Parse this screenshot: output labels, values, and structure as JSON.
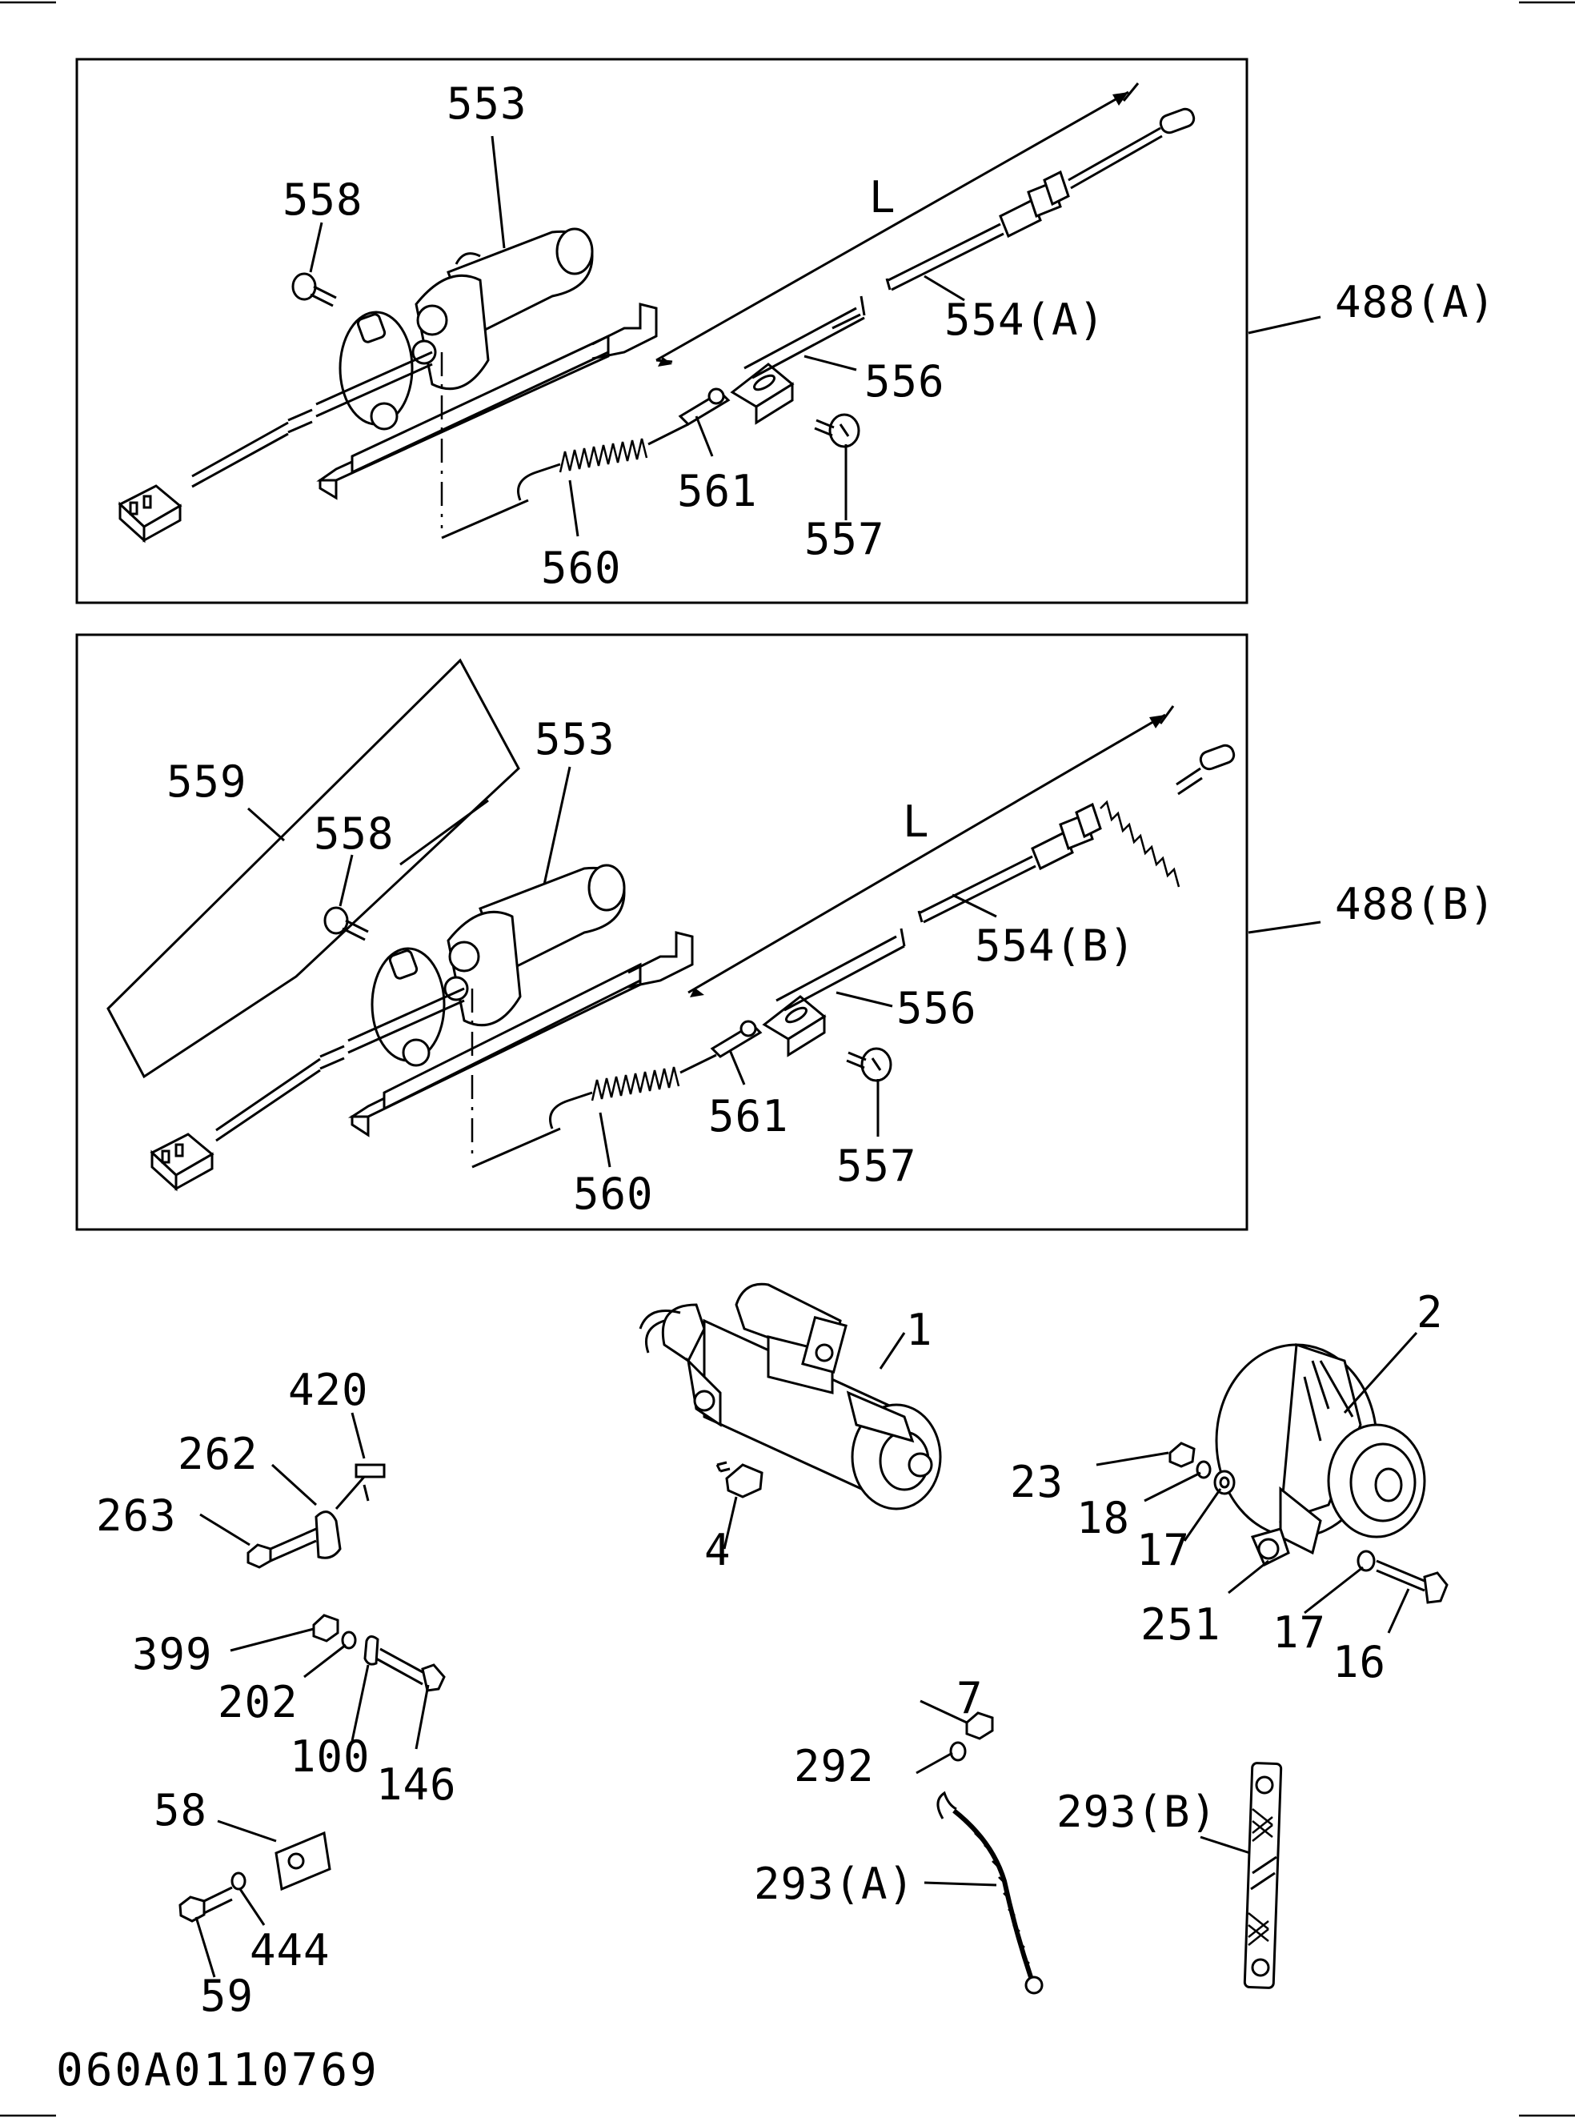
{
  "diagram": {
    "callouts": {
      "a553": "553",
      "a558": "558",
      "aL": "L",
      "a554": "554(A)",
      "a488": "488(A)",
      "a556": "556",
      "a561": "561",
      "a557": "557",
      "a560": "560",
      "b559": "559",
      "b553": "553",
      "b558": "558",
      "bL": "L",
      "b554": "554(B)",
      "b488": "488(B)",
      "b556": "556",
      "b561": "561",
      "b557": "557",
      "b560": "560",
      "c420": "420",
      "c262": "262",
      "c263": "263",
      "c399": "399",
      "c202": "202",
      "c100": "100",
      "c146": "146",
      "c58": "58",
      "c444": "444",
      "c59": "59",
      "c1": "1",
      "c4": "4",
      "c2": "2",
      "c23": "23",
      "c18": "18",
      "c17a": "17",
      "c251": "251",
      "c17b": "17",
      "c16": "16",
      "c7": "7",
      "c292": "292",
      "c293a": "293(A)",
      "c293b": "293(B)"
    },
    "drawing_code": "060A0110769"
  }
}
